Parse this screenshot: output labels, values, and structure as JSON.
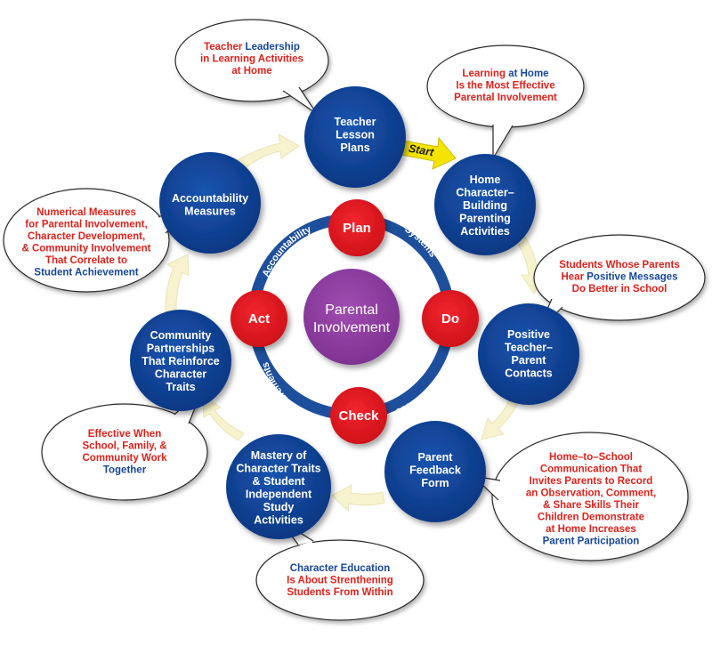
{
  "colors": {
    "node_blue": "#0e3f8e",
    "node_red": "#e5161f",
    "center_purple": "#8e3d9e",
    "ring_blue": "#1d4f9c",
    "arrow_cream": "#f7f3cf",
    "start_arrow": "#f4e400",
    "text_red": "#e0211c",
    "text_blue": "#17479b"
  },
  "center": {
    "line1": "Parental",
    "line2": "Involvement"
  },
  "red_nodes": {
    "plan": "Plan",
    "do": "Do",
    "check": "Check",
    "act": "Act"
  },
  "ring_labels": {
    "systems": "Systems",
    "processes": "Processes",
    "measurements": "Measurements",
    "accountability": "Accountability"
  },
  "start_label": "Start",
  "blue_nodes": {
    "teacher_lesson_plans": [
      "Teacher",
      "Lesson",
      "Plans"
    ],
    "home_character": [
      "Home",
      "Character–",
      "Building",
      "Parenting",
      "Activities"
    ],
    "positive_contacts": [
      "Positive",
      "Teacher–",
      "Parent",
      "Contacts"
    ],
    "parent_feedback": [
      "Parent",
      "Feedback",
      "Form"
    ],
    "mastery": [
      "Mastery of",
      "Character Traits",
      "& Student",
      "Independent",
      "Study",
      "Activities"
    ],
    "community": [
      "Community",
      "Partnerships",
      "That Reinforce",
      "Character",
      "Traits"
    ],
    "accountability_measures": [
      "Accountability",
      "Measures"
    ]
  },
  "bubbles": {
    "teacher_leadership": [
      [
        {
          "t": "Teacher ",
          "c": "red"
        },
        {
          "t": "Leadership",
          "c": "blue"
        }
      ],
      [
        {
          "t": "in Learning Activities",
          "c": "red"
        }
      ],
      [
        {
          "t": "at Home",
          "c": "red"
        }
      ]
    ],
    "learning_home": [
      [
        {
          "t": "Learning ",
          "c": "red"
        },
        {
          "t": "at Home",
          "c": "blue"
        }
      ],
      [
        {
          "t": "Is the Most Effective",
          "c": "red"
        }
      ],
      [
        {
          "t": "Parental Involvement",
          "c": "red"
        }
      ]
    ],
    "positive_messages": [
      [
        {
          "t": "Students Whose Parents",
          "c": "red"
        }
      ],
      [
        {
          "t": "Hear ",
          "c": "red"
        },
        {
          "t": "Positive Messages",
          "c": "blue"
        }
      ],
      [
        {
          "t": "Do Better in School",
          "c": "red"
        }
      ]
    ],
    "home_to_school": [
      [
        {
          "t": "Home–to–School",
          "c": "red"
        }
      ],
      [
        {
          "t": "Communication That",
          "c": "red"
        }
      ],
      [
        {
          "t": "Invites Parents to Record",
          "c": "red"
        }
      ],
      [
        {
          "t": "an Observation, Comment,",
          "c": "red"
        }
      ],
      [
        {
          "t": "& Share Skills Their",
          "c": "red"
        }
      ],
      [
        {
          "t": "Children Demonstrate",
          "c": "red"
        }
      ],
      [
        {
          "t": "at Home Increases",
          "c": "red"
        }
      ],
      [
        {
          "t": "Parent Participation",
          "c": "blue"
        }
      ]
    ],
    "character_education": [
      [
        {
          "t": "Character Education",
          "c": "blue"
        }
      ],
      [
        {
          "t": "Is About Strenthening",
          "c": "red"
        }
      ],
      [
        {
          "t": "Students From Within",
          "c": "red"
        }
      ]
    ],
    "effective_when": [
      [
        {
          "t": "Effective When",
          "c": "red"
        }
      ],
      [
        {
          "t": "School, Family, &",
          "c": "red"
        }
      ],
      [
        {
          "t": "Community Work",
          "c": "red"
        }
      ],
      [
        {
          "t": "Together",
          "c": "blue"
        }
      ]
    ],
    "numerical_measures": [
      [
        {
          "t": "Numerical Measures",
          "c": "red"
        }
      ],
      [
        {
          "t": "for Parental Involvement,",
          "c": "red"
        }
      ],
      [
        {
          "t": "Character Development,",
          "c": "red"
        }
      ],
      [
        {
          "t": "& Community Involvement",
          "c": "red"
        }
      ],
      [
        {
          "t": "That Correlate to",
          "c": "red"
        }
      ],
      [
        {
          "t": "Student Achievement",
          "c": "blue"
        }
      ]
    ]
  }
}
